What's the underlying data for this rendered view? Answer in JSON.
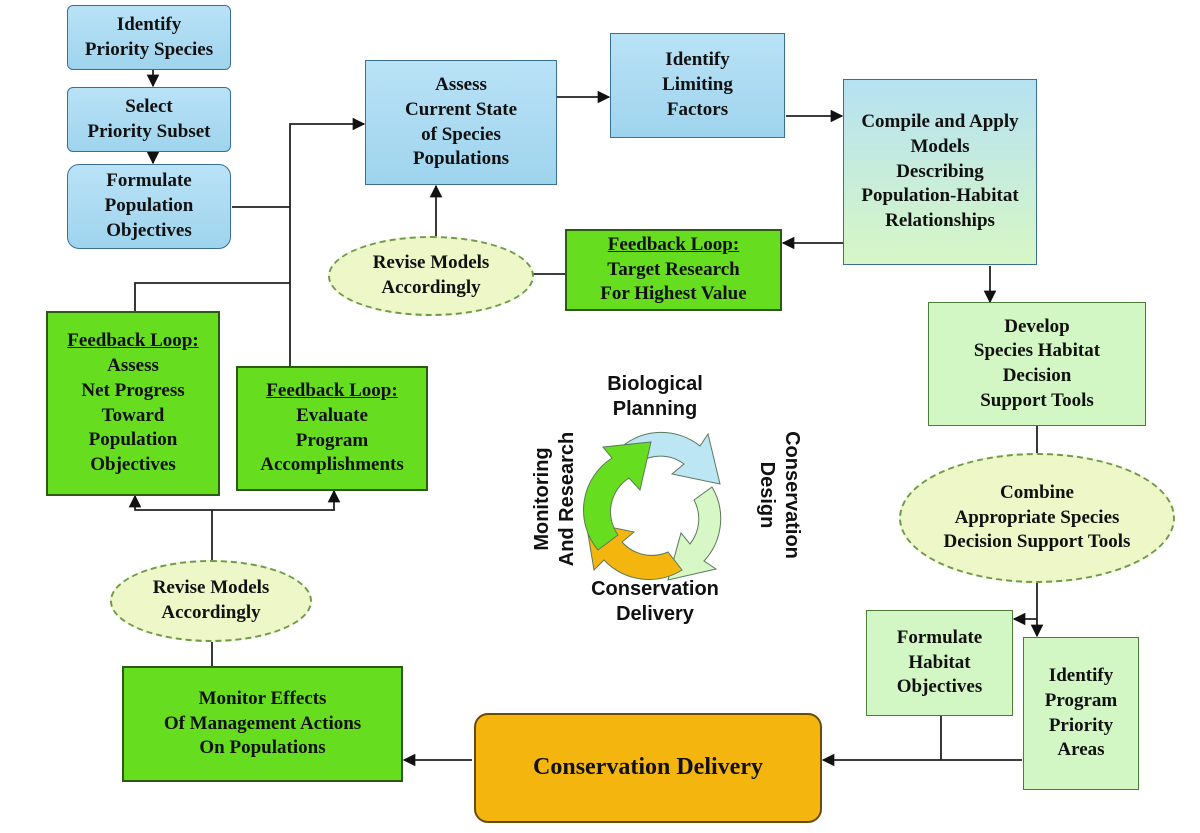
{
  "boxes": {
    "identify_priority_species": [
      "Identify",
      "Priority Species"
    ],
    "select_priority_subset": [
      "Select",
      "Priority Subset"
    ],
    "formulate_population_objectives": [
      "Formulate",
      "Population",
      "Objectives"
    ],
    "assess_current_state": [
      "Assess",
      "Current State",
      "of Species",
      "Populations"
    ],
    "identify_limiting_factors": [
      "Identify",
      "Limiting",
      "Factors"
    ],
    "compile_models": [
      "Compile and Apply",
      "Models",
      "Describing",
      "Population-Habitat",
      "Relationships"
    ],
    "develop_tools": [
      "Develop",
      "Species Habitat",
      "Decision",
      "Support Tools"
    ],
    "formulate_habitat_objectives": [
      "Formulate",
      "Habitat",
      "Objectives"
    ],
    "identify_program_priority_areas": [
      "Identify",
      "Program",
      "Priority",
      "Areas"
    ],
    "conservation_delivery": "Conservation Delivery",
    "monitor_effects": [
      "Monitor Effects",
      "Of Management Actions",
      "On Populations"
    ]
  },
  "feedback_loops": {
    "target_research": {
      "title": "Feedback Loop:",
      "lines": [
        "Target Research",
        "For Highest Value"
      ]
    },
    "assess_net_progress": {
      "title": "Feedback Loop:",
      "lines": [
        "Assess",
        "Net Progress",
        "Toward",
        "Population",
        "Objectives"
      ]
    },
    "evaluate_program": {
      "title": "Feedback Loop:",
      "lines": [
        "Evaluate",
        "Program",
        "Accomplishments"
      ]
    }
  },
  "ellipses": {
    "revise_models_top": [
      "Revise Models",
      "Accordingly"
    ],
    "revise_models_bottom": [
      "Revise Models",
      "Accordingly"
    ],
    "combine_tools": [
      "Combine",
      "Appropriate Species",
      "Decision Support Tools"
    ]
  },
  "cycle": {
    "biological_planning": [
      "Biological",
      "Planning"
    ],
    "conservation_design": [
      "Conservation",
      "Design"
    ],
    "conservation_delivery": [
      "Conservation",
      "Delivery"
    ],
    "monitoring_research": [
      "Monitoring",
      "And Research"
    ],
    "colors": {
      "planning": "#bde6f5",
      "design": "#d8f7c6",
      "delivery": "#f5b50f",
      "monitoring": "#66dd1e"
    }
  },
  "colors": {
    "blue_box": "#a9daf1",
    "light_green_box": "#d3f7c4",
    "feedback_green": "#66dd1e",
    "delivery_orange": "#f5b50f",
    "ellipse_fill": "#eef7c8"
  }
}
